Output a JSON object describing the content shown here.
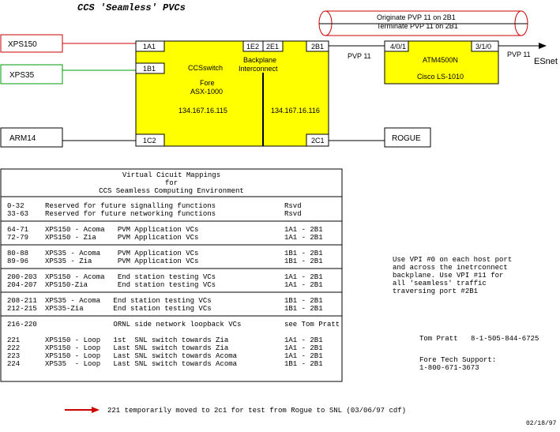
{
  "title": "CCS 'Seamless' PVCs",
  "hosts": {
    "xps150": "XPS150",
    "xps35": "XPS35",
    "arm14": "ARM14",
    "rogue": "ROGUE"
  },
  "colors": {
    "switch_fill": "#ffff00",
    "red": "#cc0000",
    "green": "#009900"
  },
  "ccs_switch": {
    "name": "CCSswitch",
    "vendor": "Fore",
    "model": "ASX-1000",
    "ip_left": "134.167.16.115",
    "ip_right": "134.167.16.116",
    "backplane_1": "Backplane",
    "backplane_2": "Interconnect",
    "ports": {
      "1a1": "1A1",
      "1b1": "1B1",
      "1c2": "1C2",
      "1e2": "1E2",
      "2e1": "2E1",
      "2b1": "2B1",
      "2c1": "2C1"
    }
  },
  "atm_switch": {
    "name": "ATM4500N",
    "model": "Cisco LS-1010",
    "port_left": "4/0/1",
    "port_right": "3/1/0"
  },
  "links": {
    "pvp_mid": "PVP 11",
    "pvp_out": "PVP 11",
    "esnet": "ESnet",
    "originate": "Originate  PVP 11 on 2B1",
    "terminate": "Terminate PVP 11 on 2B1"
  },
  "table": {
    "heading": [
      "Virtual Cicuit Mappings",
      "for",
      "CCS Seamless Computing Environment"
    ],
    "groups": [
      [
        {
          "range": "0-32",
          "desc": "Reserved for future signalling functions",
          "ports": "Rsvd"
        },
        {
          "range": "33-63",
          "desc": "Reserved for future networking functions",
          "ports": "Rsvd"
        }
      ],
      [
        {
          "range": "64-71",
          "desc": "XPS150 - Acoma   PVM Application VCs",
          "ports": "1A1 - 2B1"
        },
        {
          "range": "72-79",
          "desc": "XPS150 - Zia     PVM Application VCs",
          "ports": "1A1 - 2B1"
        }
      ],
      [
        {
          "range": "80-88",
          "desc": "XPS35 - Acoma    PVM Application VCs",
          "ports": "1B1 - 2B1"
        },
        {
          "range": "89-96",
          "desc": "XPS35 - Zia      PVM Application VCs",
          "ports": "1B1 - 2B1"
        }
      ],
      [
        {
          "range": "200-203",
          "desc": "XPS150 - Acoma   End station testing VCs",
          "ports": "1A1 - 2B1"
        },
        {
          "range": "204-207",
          "desc": "XPS150-Zia       End station testing VCs",
          "ports": "1A1 - 2B1"
        }
      ],
      [
        {
          "range": "208-211",
          "desc": "XPS35 - Acoma   End station testing VCs",
          "ports": "1B1 - 2B1"
        },
        {
          "range": "212-215",
          "desc": "XPS35-Zia       End station testing VCs",
          "ports": "1B1 - 2B1"
        }
      ],
      [
        {
          "range": "216-220",
          "desc": "                ORNL side network loopback VCs",
          "ports": "see Tom Pratt"
        },
        {
          "range": "",
          "desc": "",
          "ports": ""
        },
        {
          "range": "221",
          "desc": "XPS150 - Loop   1st  SNL switch towards Zia",
          "ports": "1A1 - 2B1"
        },
        {
          "range": "222",
          "desc": "XPS150 - Loop   Last SNL switch towards Zia",
          "ports": "1A1 - 2B1"
        },
        {
          "range": "223",
          "desc": "XPS150 - Loop   Last SNL switch towards Acoma",
          "ports": "1A1 - 2B1"
        },
        {
          "range": "224",
          "desc": "XPS35  - Loop   Last SNL switch towards Acoma",
          "ports": "1B1 - 2B1"
        }
      ]
    ]
  },
  "note_vpi": [
    "Use VPI #0 on each host port",
    "and across the inetrconnect",
    "backplane.  Use VPI #11 for",
    "all 'seamless' traffic",
    "traversing port #2B1"
  ],
  "contacts": {
    "tom_name": "Tom Pratt",
    "tom_phone": "8-1-505-844-6725",
    "fore_label": "Fore Tech Support:",
    "fore_phone": "1-800-671-3673"
  },
  "legend_note": "221 temporarily moved to 2c1 for test from Rogue to SNL (03/06/97 cdf)",
  "date": "02/18/97"
}
